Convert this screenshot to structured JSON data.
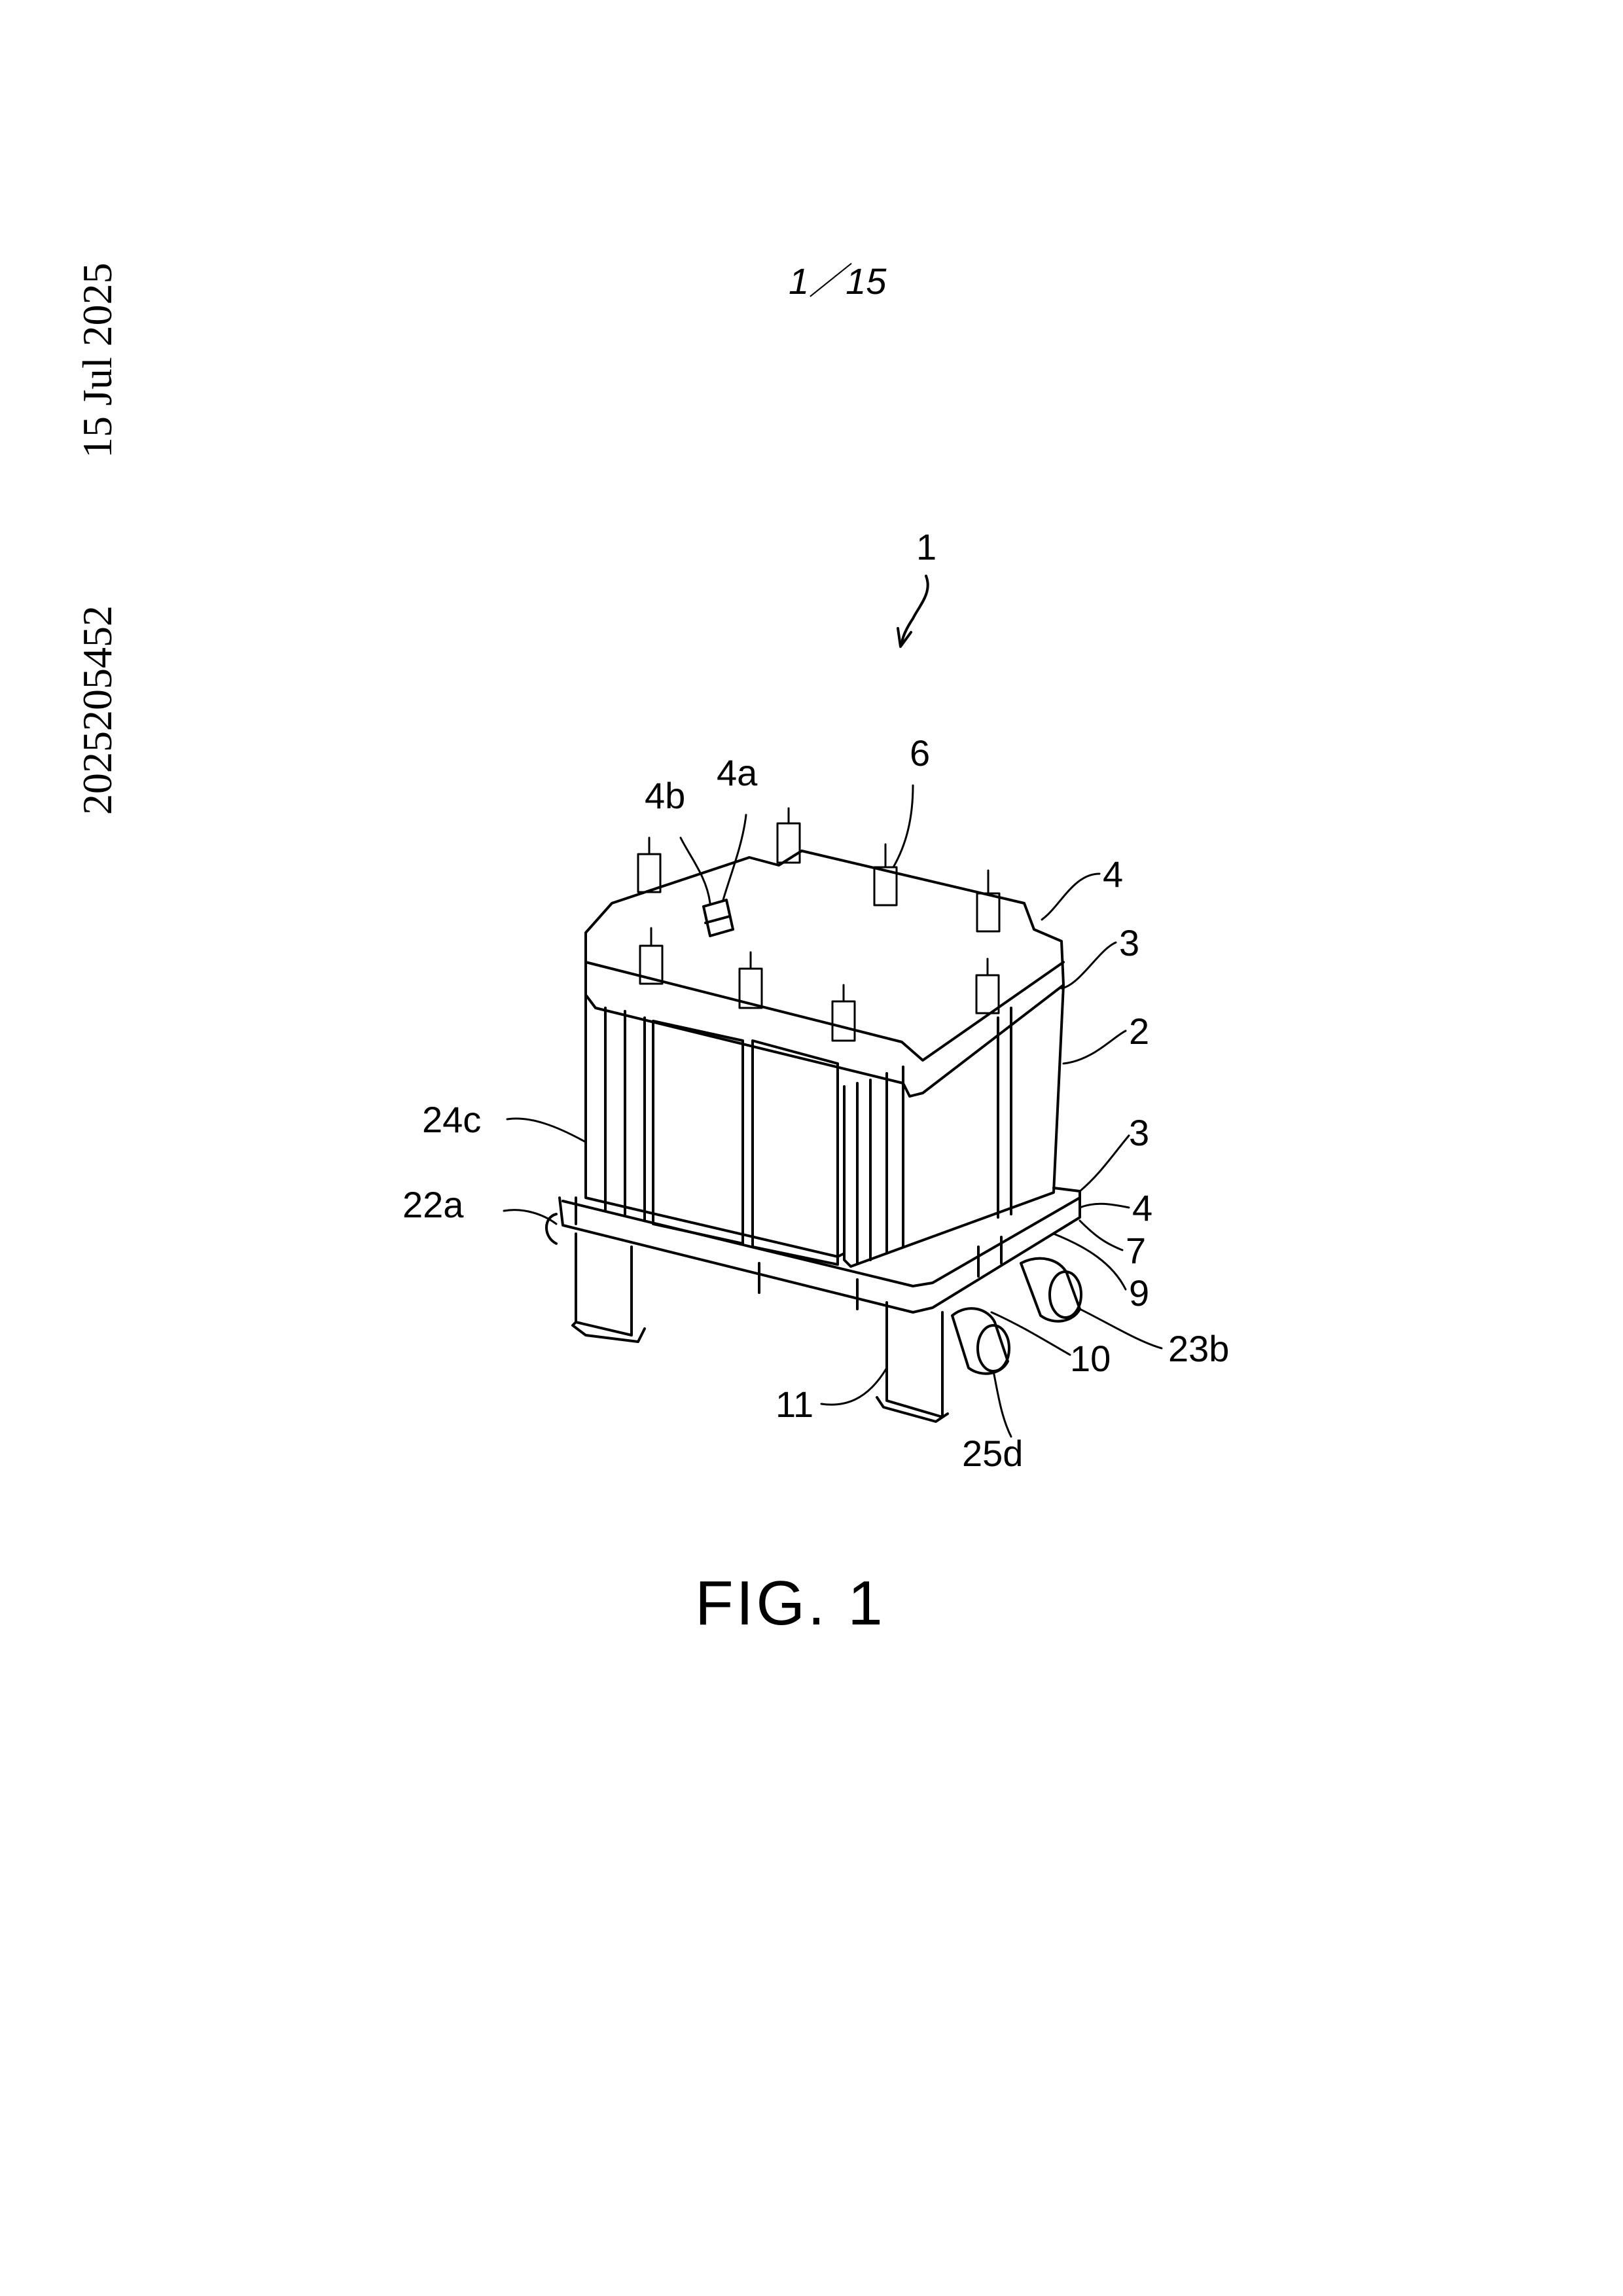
{
  "margin": {
    "date": "15 Jul 2025",
    "document_number": "2025205452"
  },
  "page": {
    "number": "1／15"
  },
  "figure": {
    "caption": "FIG. 1",
    "labels": {
      "main": "1",
      "l4b": "4b",
      "l4a": "4a",
      "l6": "6",
      "l4_top": "4",
      "l3_top": "3",
      "l2": "2",
      "l24c": "24c",
      "l3_bottom": "3",
      "l22a": "22a",
      "l4_bottom": "4",
      "l7": "7",
      "l9": "9",
      "l23b": "23b",
      "l10": "10",
      "l11": "11",
      "l25d": "25d"
    }
  }
}
